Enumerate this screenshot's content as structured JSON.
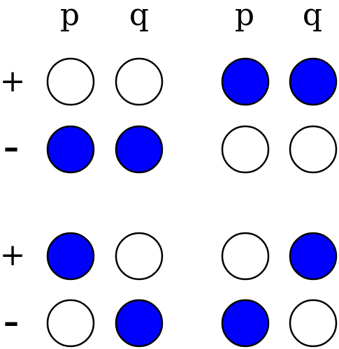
{
  "colors": {
    "filled": "#0000ff",
    "empty": "#ffffff",
    "stroke": "#000000"
  },
  "column_labels": [
    "p",
    "q",
    "p",
    "q"
  ],
  "row_labels": [
    "+",
    "–",
    "+",
    "–"
  ],
  "grid": [
    [
      false,
      false,
      true,
      true
    ],
    [
      true,
      true,
      false,
      false
    ],
    [
      true,
      false,
      false,
      true
    ],
    [
      false,
      true,
      true,
      false
    ]
  ]
}
